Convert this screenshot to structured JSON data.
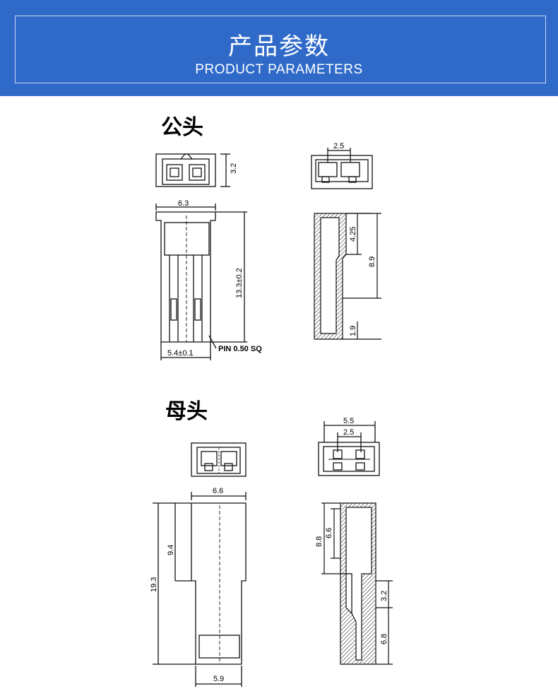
{
  "header": {
    "title_cn": "产品参数",
    "title_en": "PRODUCT PARAMETERS"
  },
  "male": {
    "title": "公头",
    "dim_height_small": "3.2",
    "dim_width": "6.3",
    "dim_length": "13.3±0.2",
    "dim_bottom": "5.4±0.1",
    "pin_note": "PIN 0.50 SQ",
    "dim_pitch": "2.5",
    "dim_side_top": "4.25",
    "dim_side_total": "8.9",
    "dim_side_bottom": "1.9"
  },
  "female": {
    "title": "母头",
    "dim_width": "6.6",
    "dim_upper": "9.4",
    "dim_total": "19.3",
    "dim_bottom": "5.9",
    "dim_outer": "5.5",
    "dim_pitch": "2.5",
    "dim_side_inner": "6.6",
    "dim_side_outer": "8.8",
    "dim_side_mid": "3.2",
    "dim_side_low": "6.8"
  },
  "colors": {
    "banner": "#2f6ac9",
    "text": "#ffffff",
    "line": "#111111"
  }
}
